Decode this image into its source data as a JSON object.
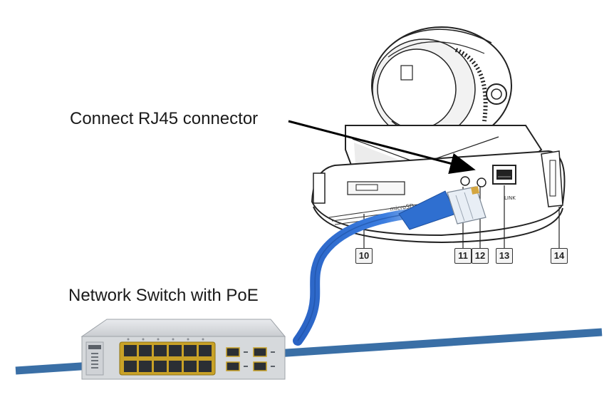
{
  "labels": {
    "connect_rj45": "Connect RJ45 connector",
    "network_switch": "Network Switch with PoE"
  },
  "camera": {
    "slot_label": "microSD",
    "port_label": "LINK"
  },
  "callouts": [
    "10",
    "11",
    "12",
    "13",
    "14"
  ],
  "colors": {
    "cable": "#2f6fd0",
    "network_line": "#3a6fa6",
    "switch_body": "#d6d9dc",
    "port_frame": "#c9a227"
  }
}
